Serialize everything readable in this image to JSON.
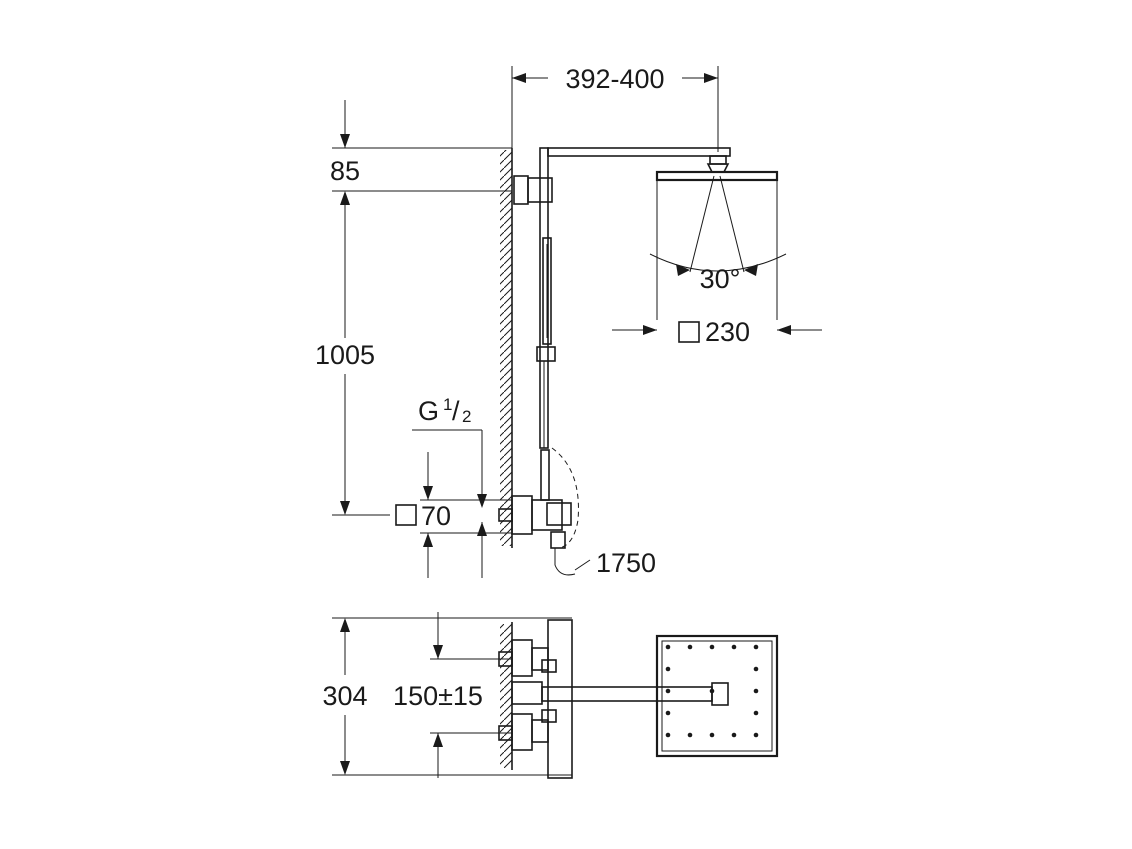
{
  "dimensions": {
    "arm_length": "392-400",
    "top_offset": "85",
    "mount_height": "1005",
    "inlet_thread_main": "G",
    "inlet_thread_num": "1",
    "inlet_thread_den": "2",
    "thermostat_size": "70",
    "hose_length": "1750",
    "spray_angle": "30°",
    "head_size": "230",
    "plan_depth": "304",
    "connection_spacing": "150±15"
  }
}
